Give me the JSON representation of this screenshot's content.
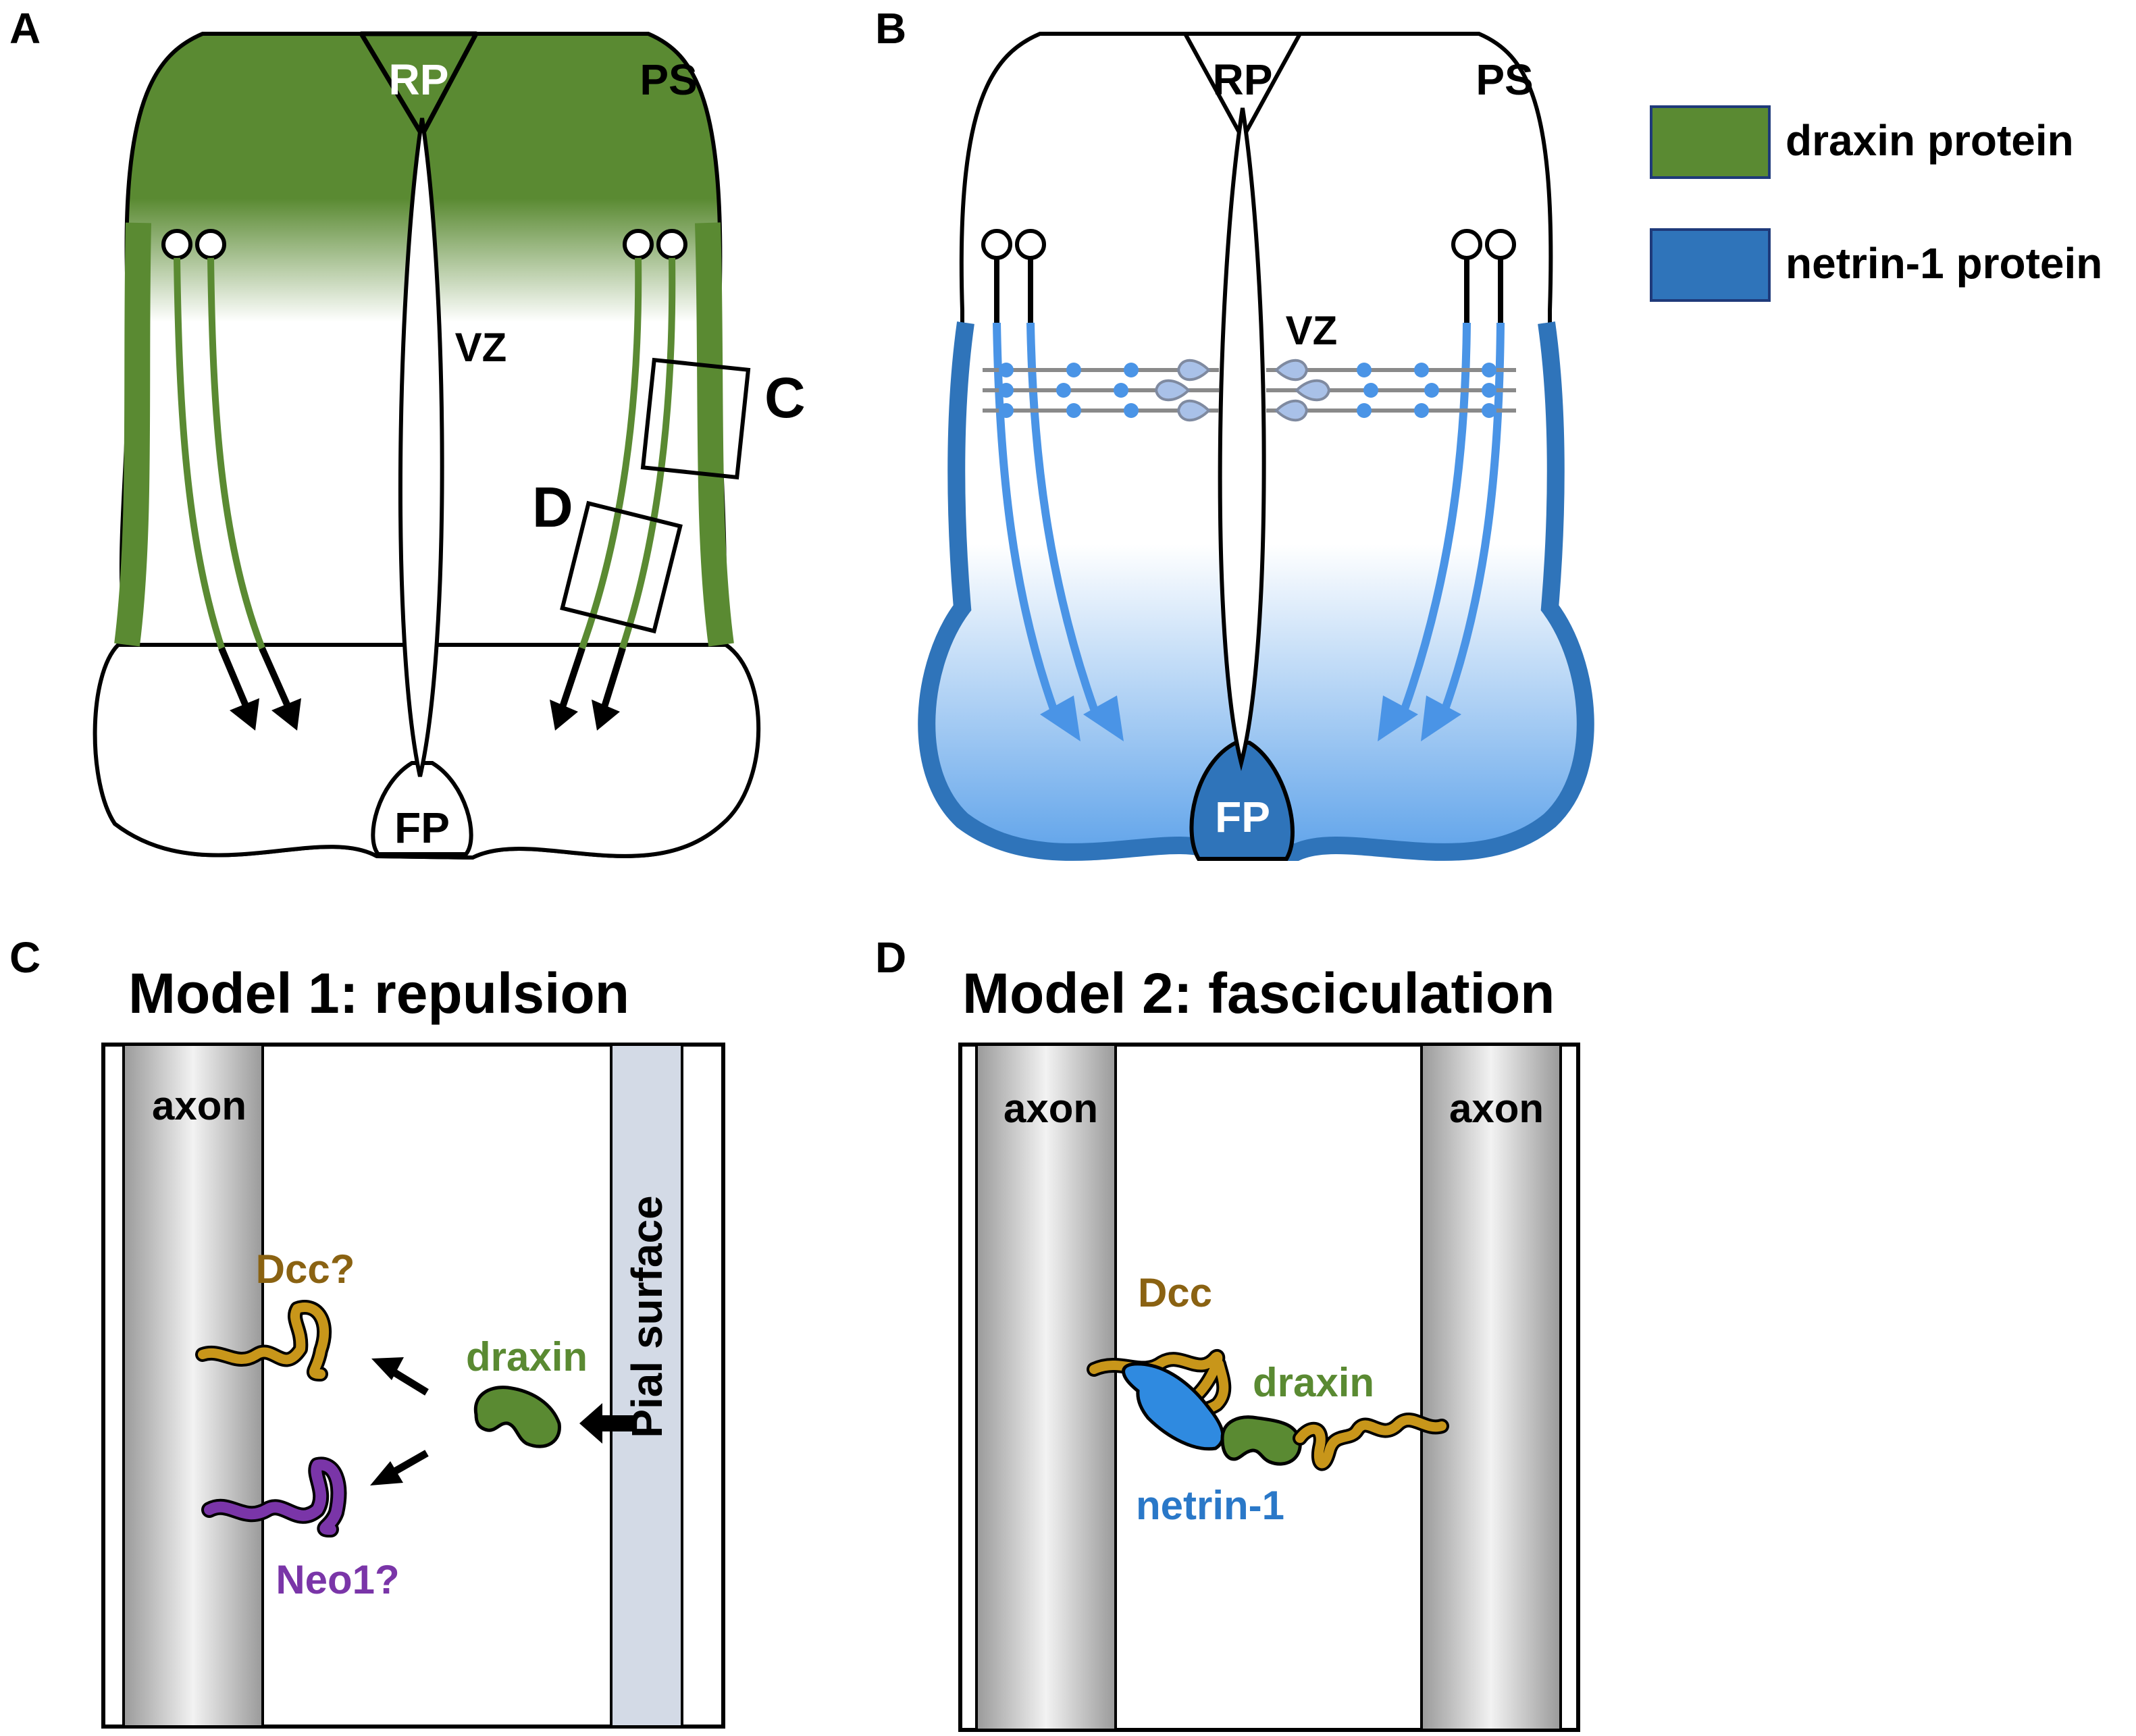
{
  "panels": {
    "a": {
      "letter": "A",
      "rp": "RP",
      "ps": "PS",
      "vz": "VZ",
      "fp": "FP",
      "box_c": "C",
      "box_d": "D"
    },
    "b": {
      "letter": "B",
      "rp": "RP",
      "ps": "PS",
      "vz": "VZ",
      "fp": "FP"
    },
    "c": {
      "letter": "C",
      "title": "Model 1: repulsion",
      "axon": "axon",
      "pial": "Pial surface",
      "dcc": "Dcc?",
      "draxin": "draxin",
      "neo1": "Neo1?"
    },
    "d": {
      "letter": "D",
      "title": "Model 2: fasciculation",
      "axon_left": "axon",
      "axon_right": "axon",
      "dcc": "Dcc",
      "draxin": "draxin",
      "netrin": "netrin-1"
    }
  },
  "legend": [
    {
      "label": "draxin protein",
      "color": "#5a8a32"
    },
    {
      "label": "netrin-1 protein",
      "color": "#2f74ba"
    }
  ],
  "colors": {
    "draxin": "#5a8a32",
    "netrin": "#2f74ba",
    "netrin_light": "#4a94e6",
    "dcc": "#c8961a",
    "dcc_text": "#8a6212",
    "neo1": "#7a35a8",
    "netrin_text": "#2a78c8",
    "pial": "#d3dae6",
    "neuron": "#a9c1e8"
  }
}
